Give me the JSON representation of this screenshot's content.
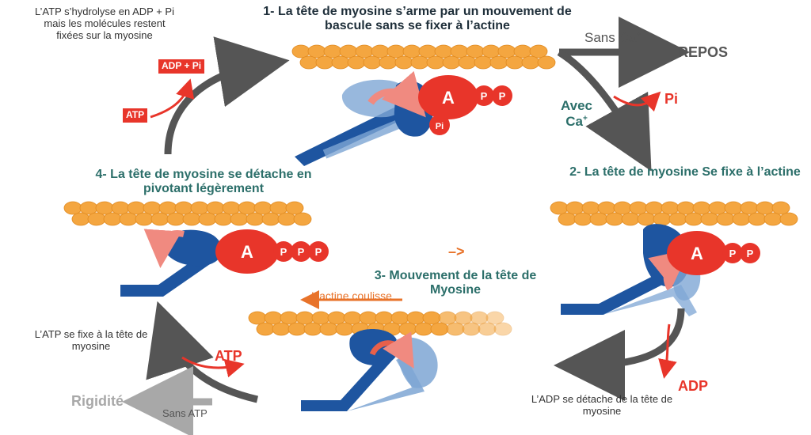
{
  "colors": {
    "actin": "#f4a640",
    "actin_stroke": "#e08a20",
    "myosin_dark": "#1e55a0",
    "myosin_light": "#7ea6d4",
    "atp_red": "#e8352a",
    "arrow_grey": "#555555",
    "teal": "#2c6f6a",
    "orange": "#e8732a"
  },
  "steps": {
    "step1": "1- La tête de myosine s’arme par un mouvement de bascule sans se fixer à l’actine",
    "step2": "2- La tête de myosine Se fixe à l’actine",
    "step3": "3- Mouvement de la tête de Myosine",
    "step4": "4- La tête de myosine se détache en pivotant légèrement"
  },
  "notes": {
    "atp_hydrolysis": "L’ATP s’hydrolyse en ADP + Pi mais les molécules restent fixées sur la myosine",
    "atp_fixes": "L’ATP se fixe à la tête de myosine",
    "adp_detaches": "L’ADP se détache de la tête de myosine",
    "actin_slides": "L’actine coulisse",
    "dash_arrow": "–>"
  },
  "labels": {
    "adp_pi_box": "ADP + Pi",
    "atp_box": "ATP",
    "atp_red": "ATP",
    "adp_red": "ADP",
    "pi_red": "Pi",
    "sans_ca": "Sans Ca",
    "sans_ca_sup": "+",
    "repos": "REPOS",
    "avec": "Avec",
    "ca": "Ca",
    "ca_sup": "+",
    "rigidite": "Rigidité",
    "sans_atp": "Sans ATP",
    "a": "A",
    "p": "P",
    "pi_small": "Pi"
  }
}
